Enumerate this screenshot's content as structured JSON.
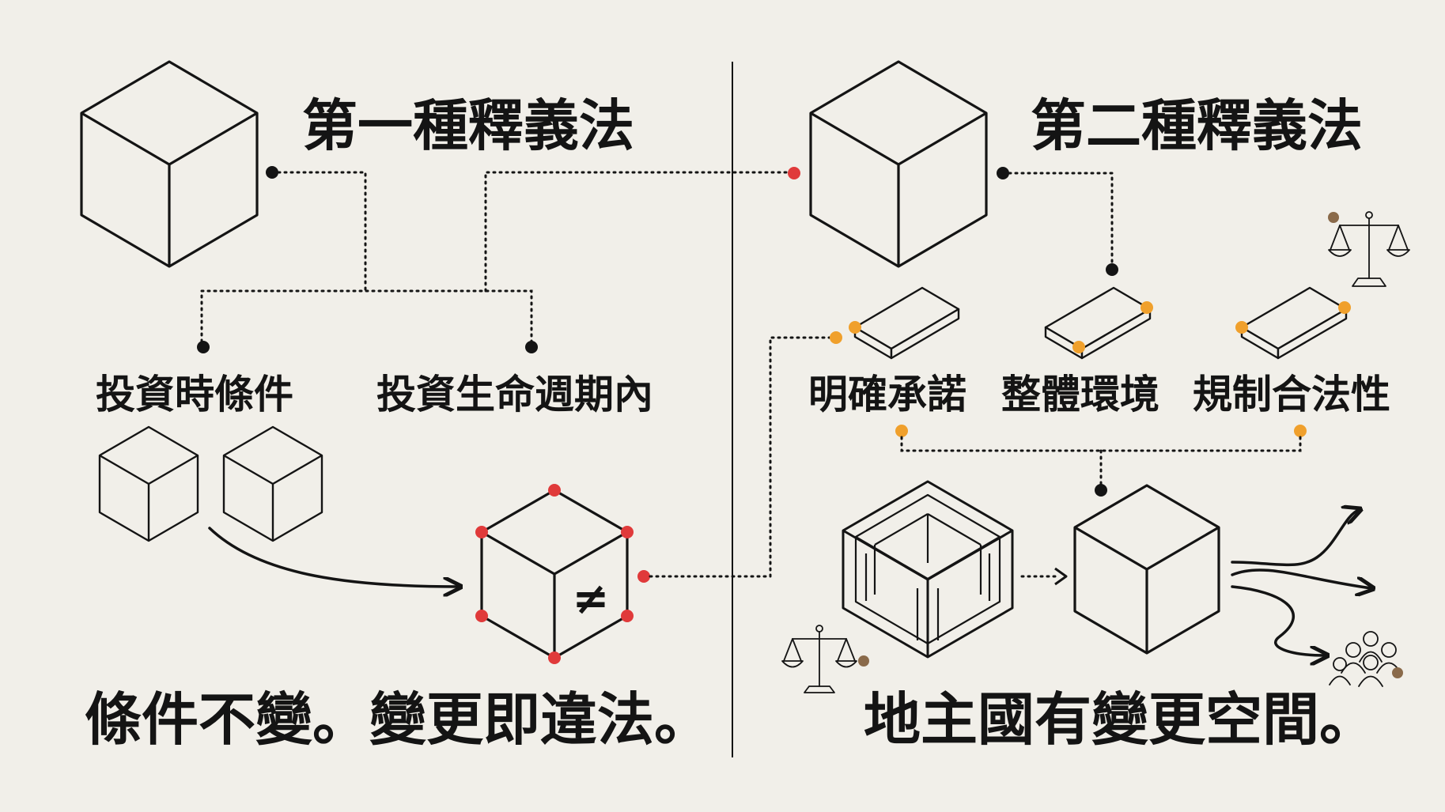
{
  "left": {
    "title": "第一種釋義法",
    "branches": [
      "投資時條件",
      "投資生命週期內"
    ],
    "unequal_symbol": "≠",
    "caption": "條件不變。變更即違法。"
  },
  "right": {
    "title": "第二種釋義法",
    "factors": [
      "明確承諾",
      "整體環境",
      "規制合法性"
    ],
    "caption": "地主國有變更空間。"
  },
  "colors": {
    "background": "#f1efe9",
    "ink": "#141414",
    "red_dot": "#e03a3a",
    "orange_dot": "#f0a02c",
    "brown_dot": "#8a6a4a"
  }
}
